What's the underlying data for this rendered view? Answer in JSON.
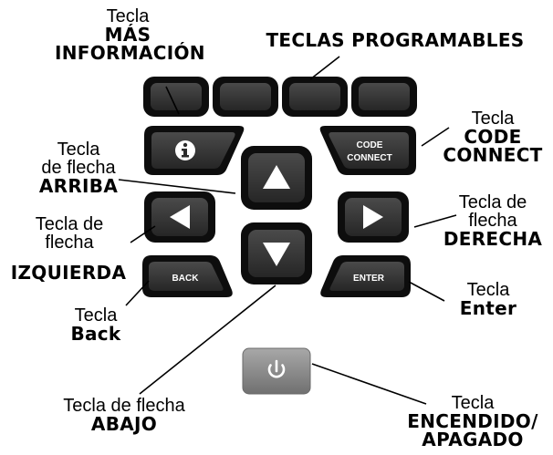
{
  "labels": {
    "more_info": {
      "prefix": "Tecla",
      "line1": "MÁS",
      "line2": "INFORMACIÓN"
    },
    "programmable": {
      "title": "TECLAS PROGRAMABLES"
    },
    "code_connect": {
      "prefix": "Tecla",
      "line1": "CODE",
      "line2": "CONNECT"
    },
    "up": {
      "line1": "Tecla",
      "line2": "de flecha",
      "bold": "ARRIBA"
    },
    "left": {
      "line1": "Tecla de",
      "line2": "flecha",
      "bold": "IZQUIERDA"
    },
    "right": {
      "line1": "Tecla de",
      "line2": "flecha",
      "bold": "DERECHA"
    },
    "back": {
      "prefix": "Tecla",
      "bold": "Back"
    },
    "enter": {
      "prefix": "Tecla",
      "bold": "Enter"
    },
    "down": {
      "prefix": "Tecla de flecha",
      "bold": "ABAJO"
    },
    "power": {
      "prefix": "Tecla",
      "line1": "ENCENDIDO/",
      "line2": "APAGADO"
    }
  },
  "keys": {
    "code_connect": {
      "line1": "CODE",
      "line2": "CONNECT"
    },
    "back": "BACK",
    "enter": "ENTER"
  },
  "icons": {
    "info": "info-icon",
    "up": "arrow-up-icon",
    "down": "arrow-down-icon",
    "left": "arrow-left-icon",
    "right": "arrow-right-icon",
    "power": "power-icon"
  },
  "colors": {
    "key_body": "#2b2b2b",
    "key_bezel": "#0d0d0d",
    "power_key": "#8a8a8a"
  }
}
